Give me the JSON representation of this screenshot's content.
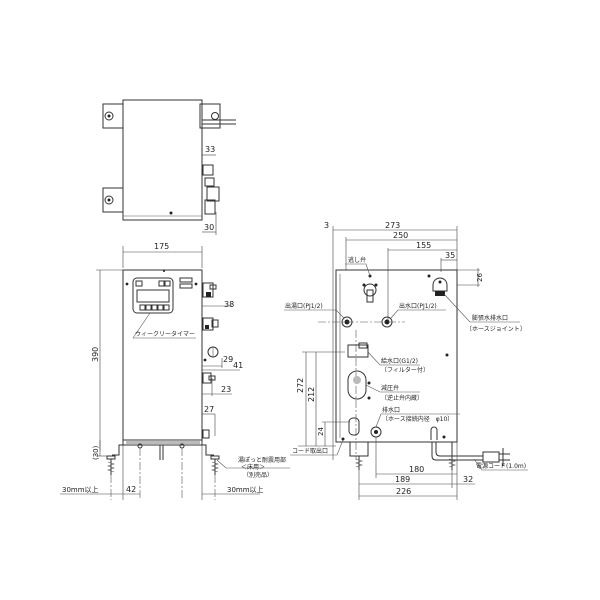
{
  "top_view": {
    "dims": {
      "right_upper": "33",
      "right_lower": "30"
    }
  },
  "front_view": {
    "dims": {
      "width": "175",
      "height": "390",
      "right_38": "38",
      "right_29": "29",
      "right_41": "41",
      "right_23": "23",
      "right_27": "27",
      "bottom_30": "(30)",
      "bottom_42": "42",
      "clear_left": "30mm以上",
      "clear_right": "30mm以上"
    },
    "labels": {
      "timer": "ウィークリータイマー",
      "screw_line1": "湯ぽっと耐震用部",
      "screw_line2": "＜床用＞",
      "screw_line3": "（別売品）"
    }
  },
  "side_view": {
    "dims": {
      "d3": "3",
      "d273": "273",
      "d250": "250",
      "d155": "155",
      "d35": "35",
      "d26": "26",
      "d272": "272",
      "d212": "212",
      "d24": "24",
      "d180": "180",
      "d189": "189",
      "d32": "32",
      "d226": "226"
    },
    "labels": {
      "drain_valve": "逃し弁",
      "hot_out": "出湯口(PJ1/2)",
      "water_out": "出水口(PJ1/2)",
      "expansion_drain_1": "膨張水排水口",
      "expansion_drain_2": "〔ホースジョイント〕",
      "supply_1": "給水口(G1/2)",
      "supply_2": "〔フィルター付〕",
      "reducing_1": "減圧弁",
      "reducing_2": "〔逆止弁内蔵〕",
      "drain_1": "排水口",
      "drain_2": "〔ホース接続内径　φ10〕",
      "cord_outlet": "コード取出口",
      "power_cord": "電源コード(1.0m)"
    }
  }
}
